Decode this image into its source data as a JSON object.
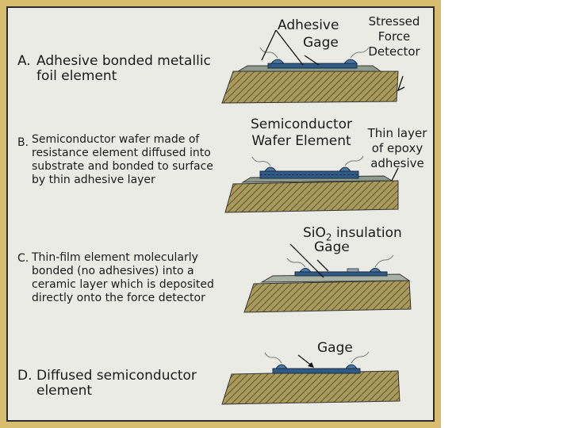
{
  "sections": [
    {
      "letter": "A.",
      "caption": "Adhesive bonded metallic\nfoil element",
      "labels": [
        "Adhesive",
        "Gage",
        "Stressed\nForce\nDetector"
      ]
    },
    {
      "letter": "B.",
      "caption": "Semiconductor wafer made of\nresistance element diffused into\nsubstrate and bonded to surface\nby thin adhesive layer",
      "labels": [
        "Semiconductor\nWafer Element",
        "Thin layer\nof epoxy\nadhesive"
      ]
    },
    {
      "letter": "C.",
      "caption": "Thin-film element molecularly\nbonded (no adhesives) into a\nceramic layer which is deposited\ndirectly onto the force detector",
      "labels": [
        "SiO",
        "2",
        " insulation",
        "Gage"
      ]
    },
    {
      "letter": "D.",
      "caption": "Diffused semiconductor\nelement",
      "labels": [
        "Gage"
      ]
    }
  ],
  "colors": {
    "frame": "#d9bd6f",
    "panel": "#ebebe6",
    "substrate": "#a99a5b",
    "hatch": "#5e5430",
    "element": "#2f5a86",
    "adhesive": "#8e9a8c"
  }
}
